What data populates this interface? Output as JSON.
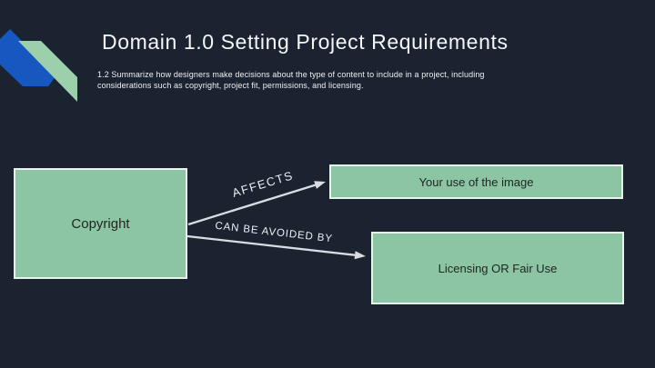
{
  "slide": {
    "title": "Domain 1.0 Setting Project Requirements",
    "subtitle_lines": [
      "1.2 Summarize how designers make decisions about the type of content to include in a project, including",
      "considerations such as copyright, project fit, permissions, and licensing."
    ]
  },
  "diagram": {
    "nodes": [
      {
        "id": "copyright",
        "label": "Copyright"
      },
      {
        "id": "use",
        "label": "Your use of the image"
      },
      {
        "id": "licensing",
        "label": "Licensing OR Fair Use"
      }
    ],
    "edges": [
      {
        "from": "Copyright",
        "to": "Your use of the image",
        "label": "AFFECTS"
      },
      {
        "from": "Copyright",
        "to": "Licensing OR Fair Use",
        "label": "CAN BE AVOIDED BY"
      }
    ]
  },
  "colors": {
    "background": "#1b2230",
    "box_fill": "#8bc5a3",
    "box_border": "#e8f1ea",
    "box_text": "#212621",
    "arrow": "#d9dde2",
    "title_text": "#f4f6f8",
    "accent_blue": "#1757c0",
    "accent_green": "#9ccfab"
  }
}
